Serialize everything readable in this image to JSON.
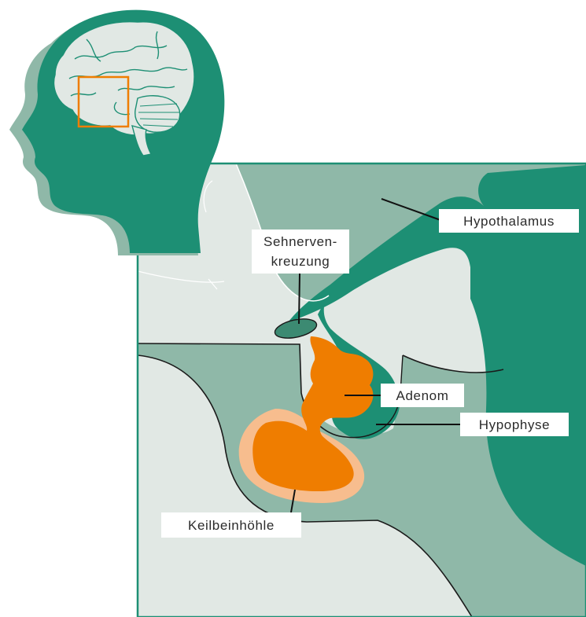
{
  "labels": {
    "hypothalamus": "Hypothalamus",
    "sehnerven_line1": "Sehnerven-",
    "sehnerven_line2": "kreuzung",
    "adenom": "Adenom",
    "hypophyse": "Hypophyse",
    "keilbeinhoehle": "Keilbeinhöhle"
  },
  "colors": {
    "teal_dark": "#1d8f74",
    "teal_mid": "#8fb8a8",
    "teal_pale": "#e1e8e4",
    "tumor": "#ef7d00",
    "tumor_rim": "#f7bd8e",
    "frame": "#1d8f74",
    "outline": "#1a1a1a"
  },
  "icons": {
    "head": "head-profile-icon",
    "brain": "brain-icon"
  }
}
